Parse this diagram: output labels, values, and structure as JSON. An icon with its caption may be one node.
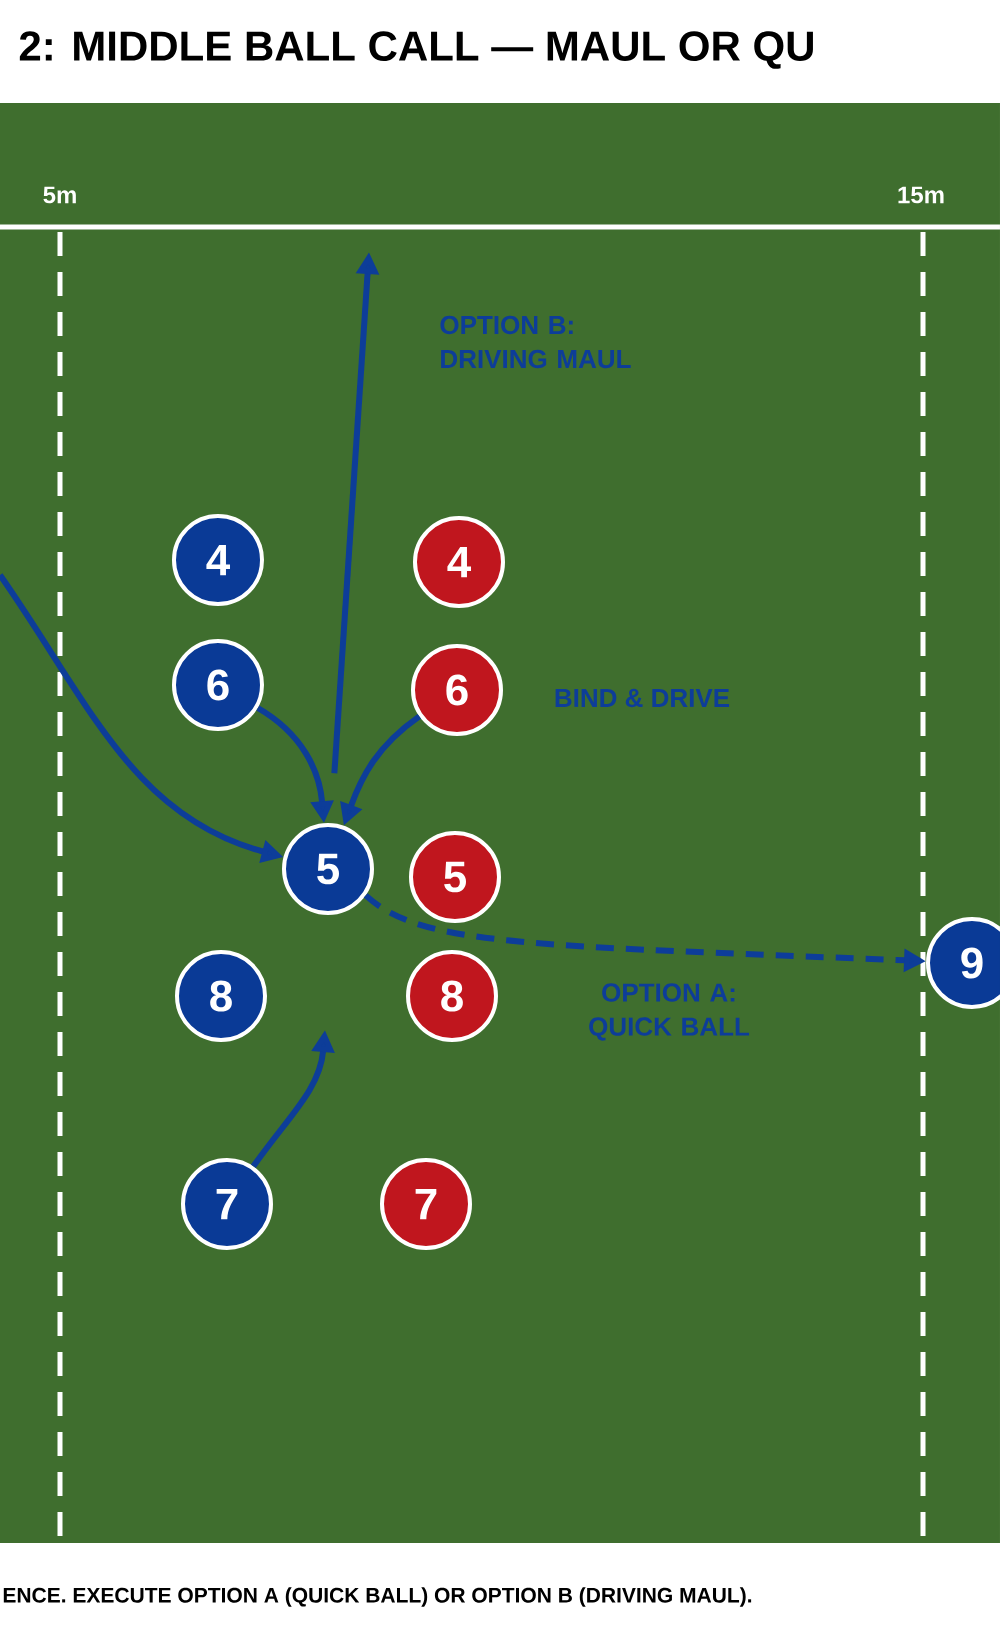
{
  "diagram": {
    "title": "2: MIDDLE BALL CALL — MAUL OR QU",
    "caption": "ENCE. EXECUTE OPTION A (QUICK BALL) OR OPTION B (DRIVING MAUL).",
    "nodes": [
      {
        "text": [
          "4"
        ]
      },
      {
        "text": [
          "4"
        ]
      },
      {
        "text": [
          "6"
        ]
      },
      {
        "text": [
          "6"
        ]
      },
      {
        "text": [
          "5"
        ]
      },
      {
        "text": [
          "5"
        ]
      },
      {
        "text": [
          "8"
        ]
      },
      {
        "text": [
          "8"
        ]
      },
      {
        "text": [
          "7"
        ]
      },
      {
        "text": [
          "7"
        ]
      },
      {
        "text": [
          "9"
        ]
      }
    ],
    "edges": [
      {
        "from": null,
        "to": 4,
        "arrow": "to"
      },
      {
        "from": 2,
        "to": 4,
        "arrow": "to"
      },
      {
        "from": 3,
        "to": 4,
        "arrow": "to"
      },
      {
        "from": 4,
        "to": null,
        "arrow": "to"
      },
      {
        "from": 4,
        "to": 10,
        "arrow": "to",
        "style": "dashed"
      },
      {
        "from": 8,
        "to": null,
        "arrow": "to"
      }
    ],
    "labels": [
      "5m",
      "15m",
      "OPTION B: DRIVING MAUL",
      "BIND & DRIVE",
      "OPTION A: QUICK BALL"
    ]
  }
}
